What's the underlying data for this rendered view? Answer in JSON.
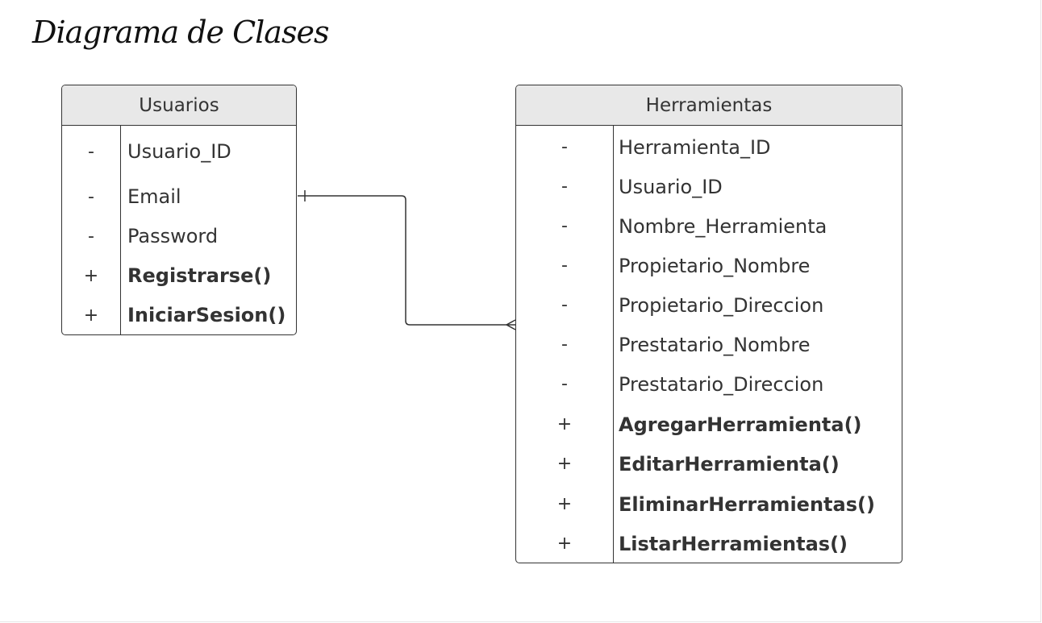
{
  "title": "Diagrama de Clases",
  "classes": {
    "usuarios": {
      "name": "Usuarios",
      "members": [
        {
          "vis": "-",
          "name": "Usuario_ID"
        },
        {
          "vis": "-",
          "name": "Email"
        },
        {
          "vis": "-",
          "name": "Password"
        },
        {
          "vis": "+",
          "name": "Registrarse()"
        },
        {
          "vis": "+",
          "name": "IniciarSesion()"
        }
      ]
    },
    "herramientas": {
      "name": "Herramientas",
      "members": [
        {
          "vis": "-",
          "name": "Herramienta_ID"
        },
        {
          "vis": "-",
          "name": "Usuario_ID"
        },
        {
          "vis": "-",
          "name": "Nombre_Herramienta"
        },
        {
          "vis": "-",
          "name": "Propietario_Nombre"
        },
        {
          "vis": "-",
          "name": "Propietario_Direccion"
        },
        {
          "vis": "-",
          "name": "Prestatario_Nombre"
        },
        {
          "vis": "-",
          "name": "Prestatario_Direccion"
        },
        {
          "vis": "+",
          "name": "AgregarHerramienta()"
        },
        {
          "vis": "+",
          "name": "EditarHerramienta()"
        },
        {
          "vis": "+",
          "name": "EliminarHerramientas()"
        },
        {
          "vis": "+",
          "name": "ListarHerramientas()"
        }
      ]
    }
  },
  "relationship": {
    "from": "Usuarios",
    "to": "Herramientas",
    "from_cardinality": "one",
    "to_cardinality": "many"
  }
}
